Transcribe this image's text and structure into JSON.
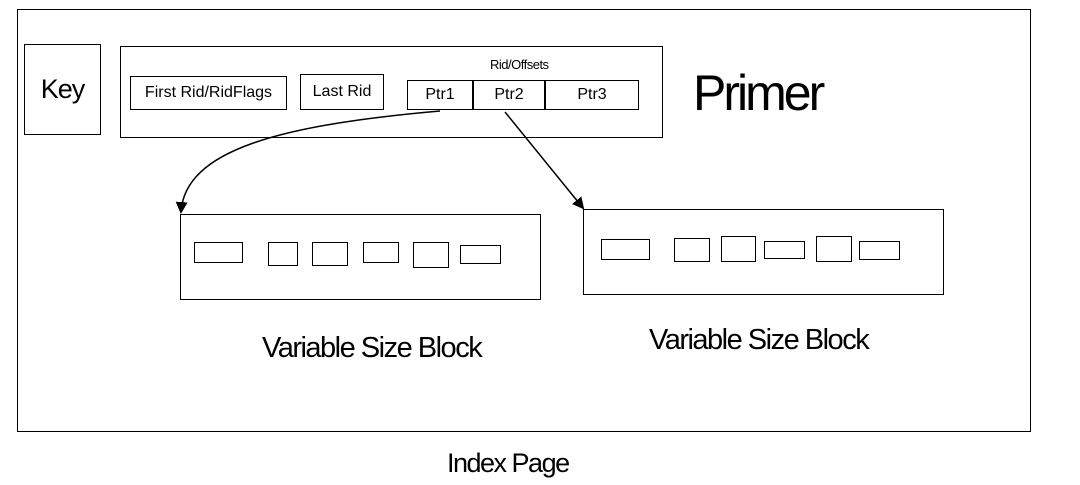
{
  "diagram": {
    "key_label": "Key",
    "first_rid_label": "First Rid/RidFlags",
    "last_rid_label": "Last Rid",
    "rid_offsets_label": "Rid/Offsets",
    "pointers": [
      "Ptr1",
      "Ptr2",
      "Ptr3"
    ],
    "primer_label": "Primer",
    "block_left_label": "Variable Size Block",
    "block_right_label": "Variable Size Block",
    "page_caption": "Index Page"
  }
}
